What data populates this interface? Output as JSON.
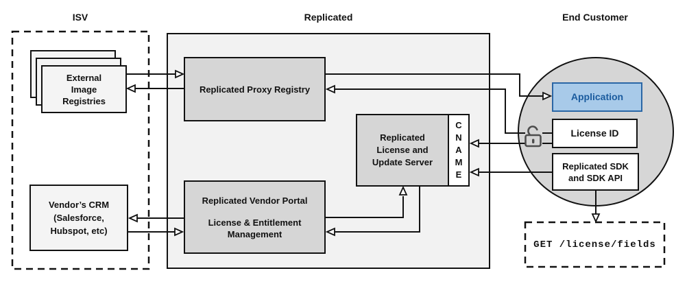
{
  "sections": {
    "isv": {
      "title": "ISV"
    },
    "replicated": {
      "title": "Replicated"
    },
    "end_customer": {
      "title": "End Customer"
    }
  },
  "nodes": {
    "external_registries": {
      "label": "External\nImage\nRegistries"
    },
    "vendor_crm": {
      "label": "Vendor’s CRM\n(Salesforce,\nHubspot, etc)"
    },
    "proxy_registry": {
      "label": "Replicated Proxy Registry"
    },
    "license_update_server": {
      "label": "Replicated\nLicense and\nUpdate Server",
      "cname": "C\nN\nA\nM\nE"
    },
    "vendor_portal": {
      "title": "Replicated Vendor Portal",
      "subtitle": "License & Entitlement\nManagement"
    },
    "application": {
      "label": "Application"
    },
    "license_id": {
      "label": "License ID"
    },
    "replicated_sdk": {
      "label": "Replicated SDK\nand SDK API"
    },
    "get_endpoint": {
      "label": "GET /license/fields"
    }
  },
  "icons": {
    "unlock": "unlocked-padlock"
  },
  "colors": {
    "container_fill": "#f2f2f2",
    "node_fill_gray": "#d6d6d6",
    "node_fill_light": "#f4f4f4",
    "node_fill_white": "#ffffff",
    "application_fill": "#a8cae9",
    "application_border": "#2a66a5",
    "application_text": "#1a5b9e",
    "line_color": "#111111"
  }
}
